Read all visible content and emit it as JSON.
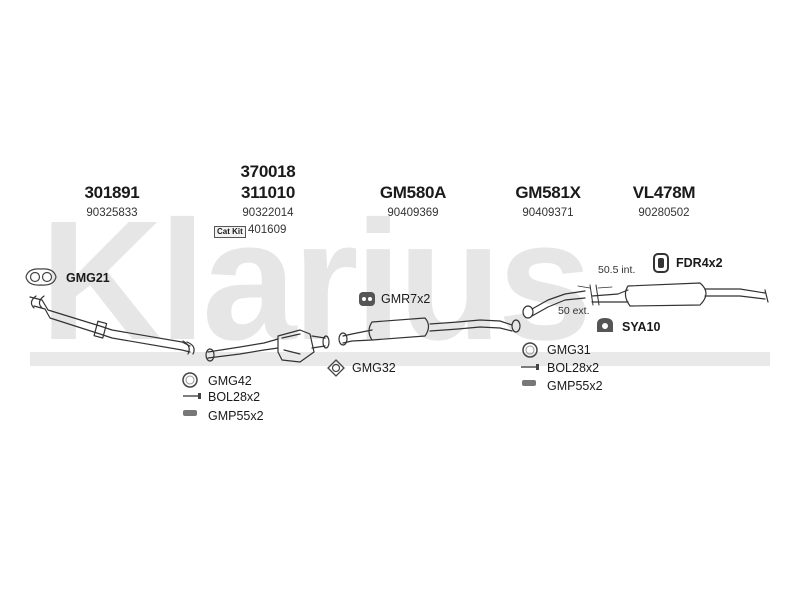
{
  "watermark": {
    "brand": "Klarius"
  },
  "parts": [
    {
      "part_no": "301891",
      "oem": "90325833"
    },
    {
      "part_no_top": "370018",
      "part_no": "311010",
      "oem": "90322014",
      "cat_kit_tag": "Cat Kit",
      "cat_kit_no": "401609"
    },
    {
      "part_no": "GM580A",
      "oem": "90409369"
    },
    {
      "part_no": "GM581X",
      "oem": "90409371"
    },
    {
      "part_no": "VL478M",
      "oem": "90280502"
    }
  ],
  "fittings": {
    "gmg21": "GMG21",
    "gmg42": "GMG42",
    "bol_left": "BOL28x2",
    "gmp_left": "GMP55x2",
    "gmg32": "GMG32",
    "gmr": "GMR7x2",
    "gmg31": "GMG31",
    "bol_right": "BOL28x2",
    "gmp_right": "GMP55x2",
    "fdr": "FDR4x2",
    "sya": "SYA10"
  },
  "dimensions": {
    "int_label": "50.5 int.",
    "ext_label": "50 ext."
  }
}
